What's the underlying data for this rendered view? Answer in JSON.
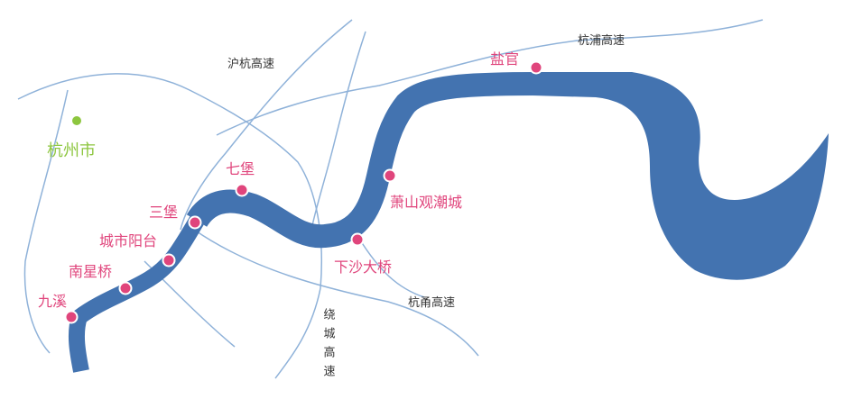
{
  "colors": {
    "river": "#4373b0",
    "road": "#8fb2d9",
    "spot": "#e0457c",
    "city": "#8dc63f",
    "road_label": "#333333"
  },
  "city": {
    "name": "杭州市"
  },
  "spots": [
    {
      "id": "jiuxi",
      "name": "九溪"
    },
    {
      "id": "nanxingqiao",
      "name": "南星桥"
    },
    {
      "id": "chengshi-yangtai",
      "name": "城市阳台"
    },
    {
      "id": "sanbao",
      "name": "三堡"
    },
    {
      "id": "qibao",
      "name": "七堡"
    },
    {
      "id": "xiasha-daqiao",
      "name": "下沙大桥"
    },
    {
      "id": "xiaoshan-guanchaocheng",
      "name": "萧山观潮城"
    },
    {
      "id": "yanguan",
      "name": "盐官"
    }
  ],
  "roads": {
    "hupu": "杭浦高速",
    "huhang": "沪杭高速",
    "hangyong": "杭甬高速",
    "raocheng": "绕城高速"
  }
}
